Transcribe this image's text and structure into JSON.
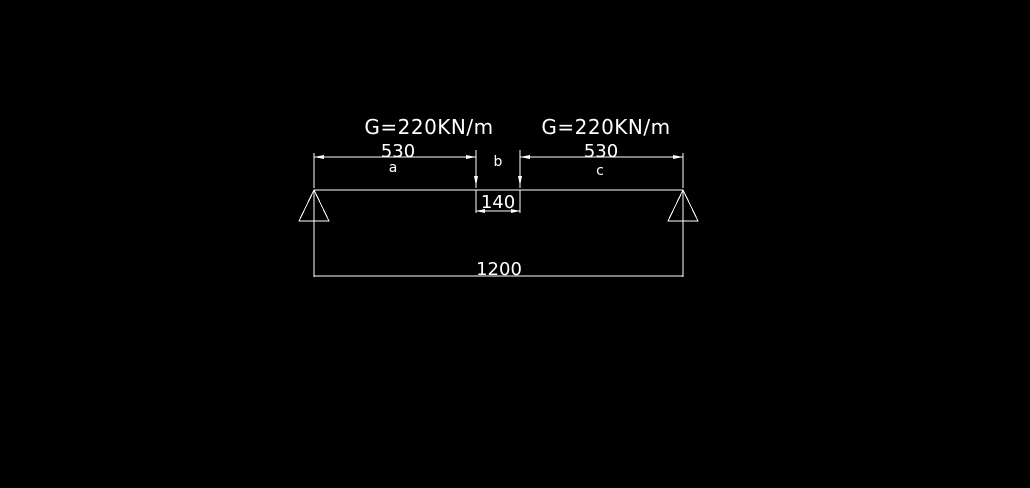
{
  "loads": {
    "left": "G=220KN/m",
    "right": "G=220KN/m"
  },
  "dimensions": {
    "left_span": "530",
    "right_span": "530",
    "middle_gap": "140",
    "total_span": "1200"
  },
  "segments": {
    "left": "a",
    "middle": "b",
    "right": "c"
  },
  "supports": {
    "left": "pin-support-icon",
    "right": "pin-support-icon"
  },
  "colors": {
    "background": "#000000",
    "lines": "#ffffff"
  }
}
